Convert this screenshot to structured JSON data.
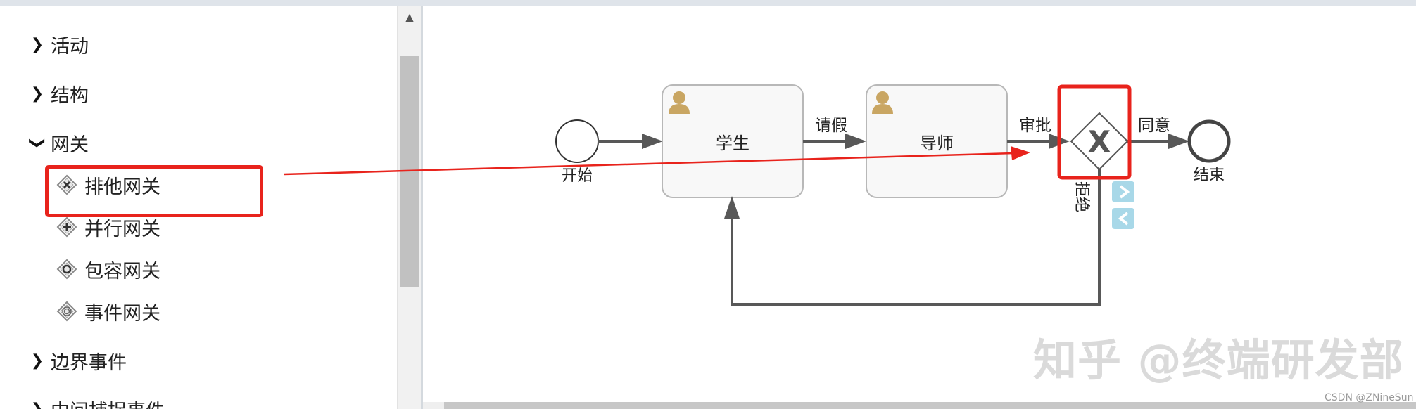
{
  "palette": {
    "groups": [
      {
        "label": "活动",
        "expanded": false
      },
      {
        "label": "结构",
        "expanded": false
      },
      {
        "label": "网关",
        "expanded": true
      },
      {
        "label": "边界事件",
        "expanded": false
      },
      {
        "label": "中间捕捉事件",
        "expanded": false
      }
    ],
    "gateway_items": [
      {
        "label": "排他网关",
        "icon": "exclusive-gateway-icon"
      },
      {
        "label": "并行网关",
        "icon": "parallel-gateway-icon"
      },
      {
        "label": "包容网关",
        "icon": "inclusive-gateway-icon"
      },
      {
        "label": "事件网关",
        "icon": "event-gateway-icon"
      }
    ]
  },
  "diagram": {
    "start_event": "开始",
    "task_student": "学生",
    "task_teacher": "导师",
    "flow_leave": "请假",
    "flow_approve": "审批",
    "gateway_symbol": "X",
    "flow_agree": "同意",
    "flow_reject": "拒绝",
    "end_event": "结束"
  },
  "colors": {
    "highlight": "#e8231c",
    "task_fill": "#f8f8f8",
    "task_border": "#b8b8b8",
    "line": "#585858",
    "user_icon": "#c9a663",
    "tool_icon": "#a8d8e8"
  },
  "watermark": "知乎 @终端研发部",
  "csdn_mark": "CSDN @ZNineSun"
}
